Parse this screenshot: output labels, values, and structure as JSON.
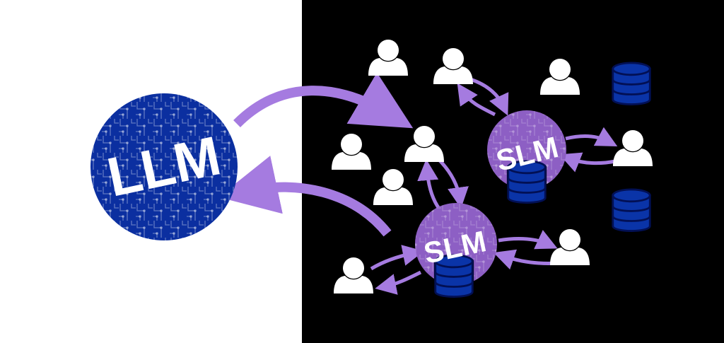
{
  "diagram": {
    "central_model": {
      "label": "LLM",
      "color": "#0b2fa0"
    },
    "small_models": [
      {
        "label": "SLM",
        "color": "#8d5fc4"
      },
      {
        "label": "SLM",
        "color": "#8d5fc4"
      }
    ],
    "colors": {
      "arrow": "#a57be0",
      "database": "#0a34a8",
      "user": "#ffffff",
      "background_right": "#000000"
    }
  }
}
